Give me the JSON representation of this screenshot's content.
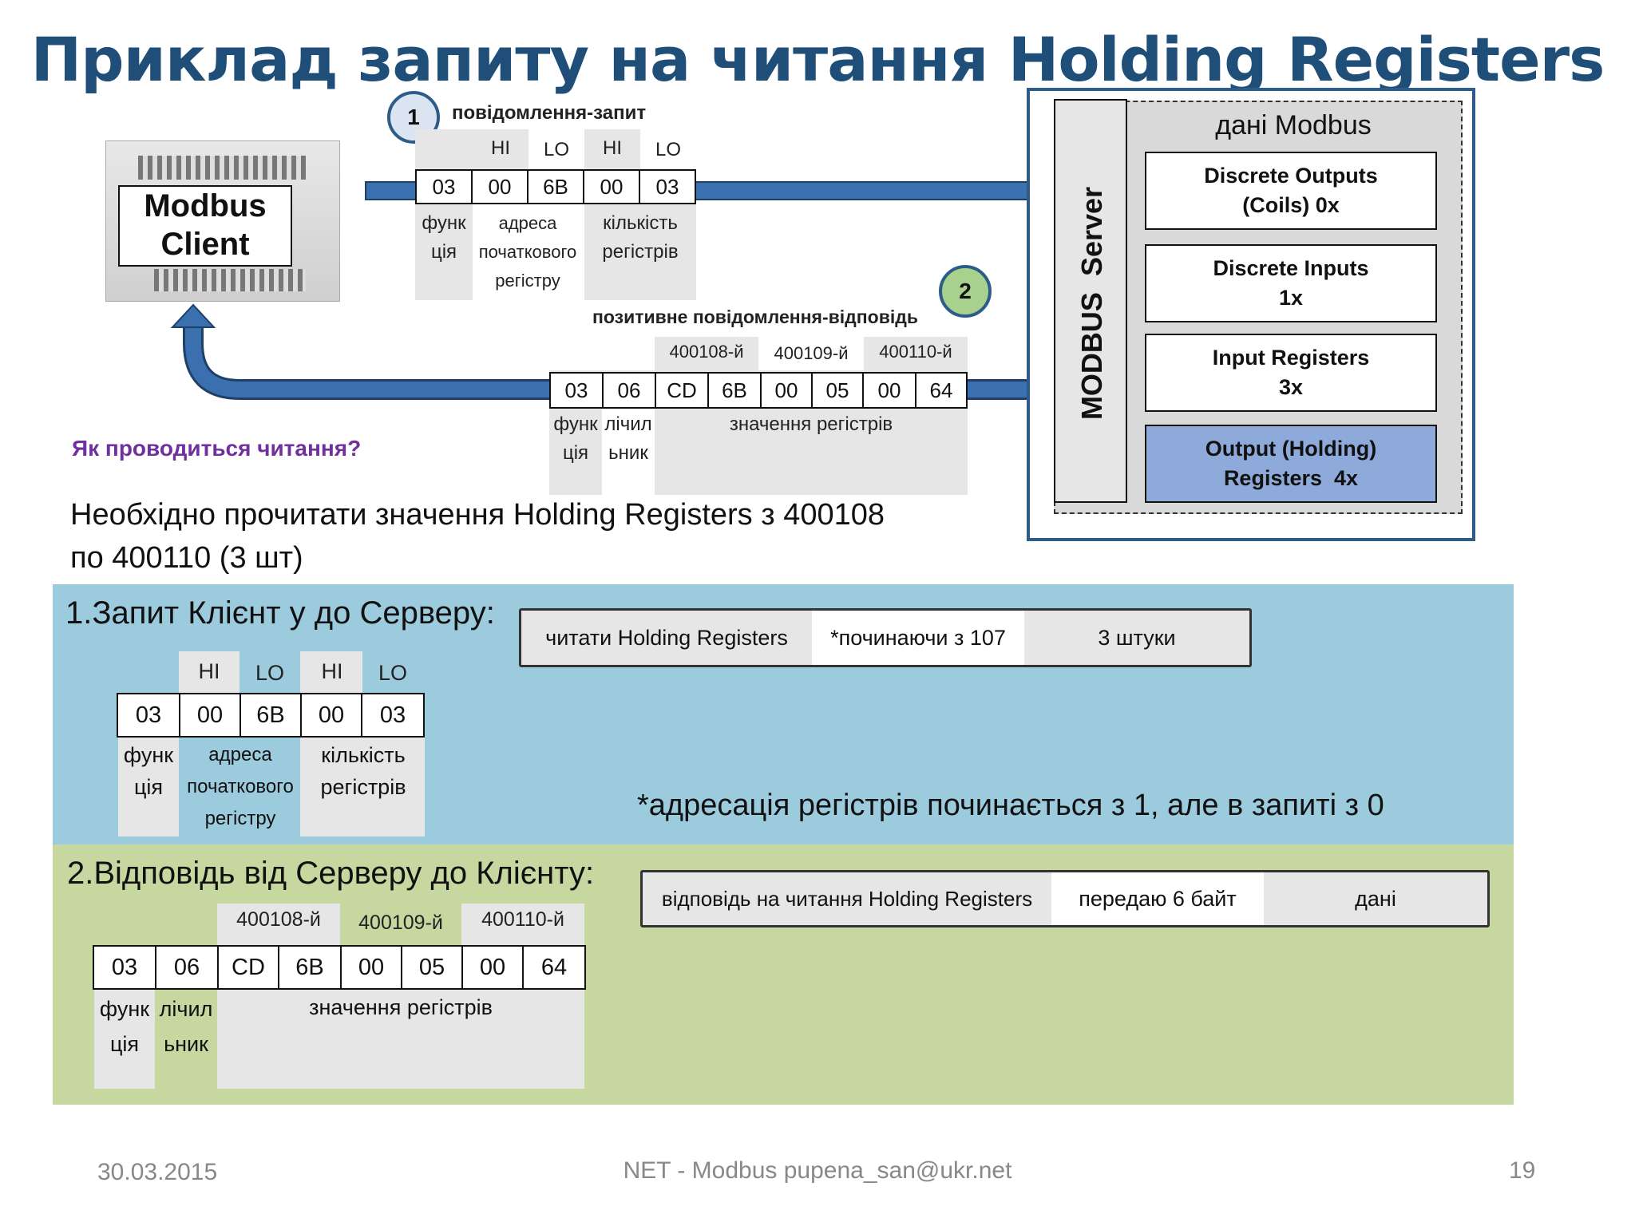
{
  "title": "Приклад запиту на читання Holding Registers",
  "client": {
    "label": "Modbus Client"
  },
  "step1": {
    "number": "1",
    "caption": "повідомлення-запит",
    "headers": [
      "HI",
      "LO",
      "HI",
      "LO"
    ],
    "bytes": [
      "03",
      "00",
      "6B",
      "00",
      "03"
    ],
    "labels": {
      "func": "функ ція",
      "addr": "адреса початкового регістру",
      "count": "кількість регістрів"
    }
  },
  "step2": {
    "number": "2",
    "caption": "позитивне повідомлення-відповідь",
    "headers": [
      "400108-й",
      "400109-й",
      "400110-й"
    ],
    "bytes": [
      "03",
      "06",
      "CD",
      "6B",
      "00",
      "05",
      "00",
      "64"
    ],
    "labels": {
      "func": "функ ція",
      "counter": "лічил ьник",
      "values": "значення регістрів"
    }
  },
  "server": {
    "label": "MODBUS  Server",
    "data_title": "дані Modbus",
    "boxes": [
      {
        "line1": "Discrete Outputs",
        "line2": "(Coils) 0x"
      },
      {
        "line1": "Discrete Inputs",
        "line2": "1x"
      },
      {
        "line1": "Input Registers",
        "line2": "3x"
      },
      {
        "line1": "Output (Holding)",
        "line2": "Registers  4x"
      }
    ]
  },
  "question": "Як проводиться читання?",
  "task": {
    "line1": "Необхідно прочитати значення Holding Registers з 400108",
    "line2": "по 400110 (3 шт)"
  },
  "section1": {
    "title": "1.Запит Клієнт у до Серверу:",
    "bar": [
      "читати Holding Registers",
      "*починаючи з  107",
      "3 штуки"
    ],
    "headers": [
      "HI",
      "LO",
      "HI",
      "LO"
    ],
    "bytes": [
      "03",
      "00",
      "6B",
      "00",
      "03"
    ],
    "labels": {
      "func": "функ ція",
      "addr": "адреса початкового регістру",
      "count": "кількість регістрів"
    },
    "note": "*адресація регістрів починається з 1, але в запиті з 0"
  },
  "section2": {
    "title": "2.Відповідь від Серверу до Клієнту:",
    "bar": [
      "відповідь на читання Holding Registers",
      "передаю 6 байт",
      "дані"
    ],
    "headers": [
      "400108-й",
      "400109-й",
      "400110-й"
    ],
    "bytes": [
      "03",
      "06",
      "CD",
      "6B",
      "00",
      "05",
      "00",
      "64"
    ],
    "labels": {
      "func": "функ ція",
      "counter": "лічил ьник",
      "values": "значення регістрів"
    }
  },
  "footer": {
    "date": "30.03.2015",
    "center": "NET - Modbus pupena_san@ukr.net",
    "page": "19"
  },
  "colors": {
    "title": "#1f4e79",
    "section1_bg": "#9ccbde",
    "section2_bg": "#c6d7a0",
    "holding_box": "#8eaadb",
    "question": "#7030a0",
    "arrow": "#3a6fb0",
    "circle2": "#a9d18e",
    "circle1": "#dbe5f1"
  }
}
